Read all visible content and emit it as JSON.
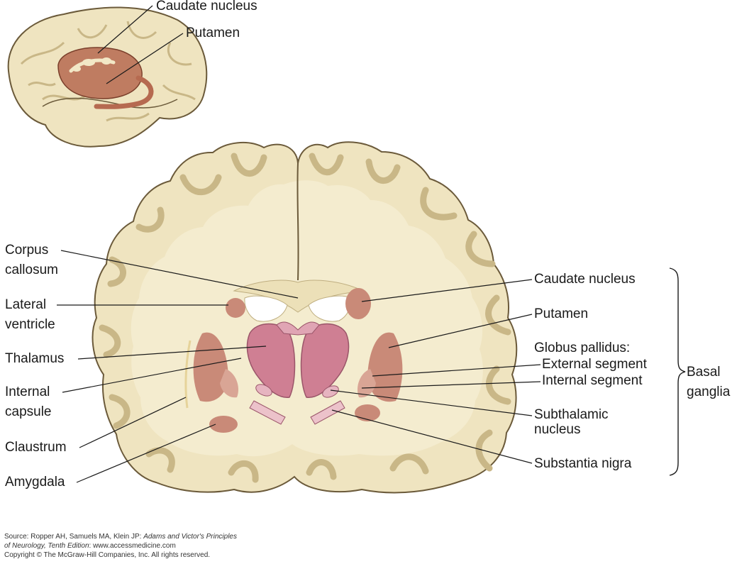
{
  "diagram": {
    "inset_labels": {
      "caudate": "Caudate nucleus",
      "putamen": "Putamen"
    },
    "left_labels": {
      "corpus_callosum_1": "Corpus",
      "corpus_callosum_2": "callosum",
      "lateral_ventricle_1": "Lateral",
      "lateral_ventricle_2": "ventricle",
      "thalamus": "Thalamus",
      "internal_capsule_1": "Internal",
      "internal_capsule_2": "capsule",
      "claustrum": "Claustrum",
      "amygdala": "Amygdala"
    },
    "right_labels": {
      "caudate": "Caudate nucleus",
      "putamen": "Putamen",
      "globus_pallidus": "Globus pallidus:",
      "external_segment": "External segment",
      "internal_segment": "Internal segment",
      "subthalamic_1": "Subthalamic",
      "subthalamic_2": "nucleus",
      "substantia_nigra": "Substantia nigra"
    },
    "group_label": {
      "line1": "Basal",
      "line2": "ganglia"
    },
    "colors": {
      "brain": "#efe4c0",
      "brain_outline": "#6b5a3a",
      "gray_matter": "#e6d39a",
      "white_matter": "#f4eccf",
      "basal_nuclei": "#c98a78",
      "thalamus": "#cf7f93",
      "inset_nuclei": "#b66a50",
      "line": "#1a1a1a"
    }
  },
  "source": {
    "prefix": "Source: Ropper AH, Samuels MA, Klein JP: ",
    "title_line1": "Adams and Victor's Principles",
    "title_line2": "of Neurology, Tenth Edition",
    "suffix": ": www.accessmedicine.com",
    "copyright": "Copyright © The McGraw-Hill Companies, Inc. All rights reserved."
  }
}
